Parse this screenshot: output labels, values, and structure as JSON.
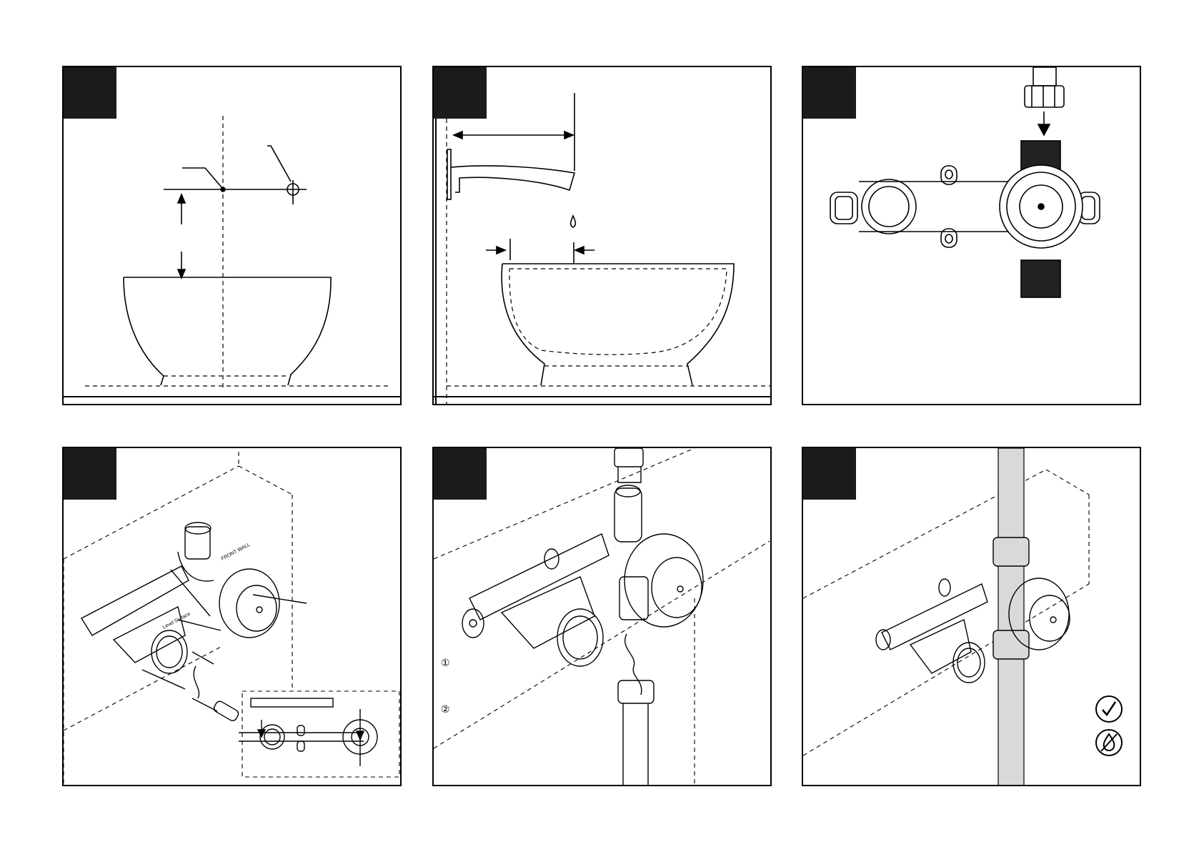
{
  "panels": [
    {
      "id": 1,
      "step": ""
    },
    {
      "id": 2,
      "step": ""
    },
    {
      "id": 3,
      "step": ""
    },
    {
      "id": 4,
      "step": ""
    },
    {
      "id": 5,
      "step": "",
      "markers": [
        "①",
        "②"
      ]
    },
    {
      "id": 6,
      "step": ""
    }
  ],
  "labels": {
    "valve_face": "FRONT WALL",
    "level": "Level Surface"
  },
  "status_icons": [
    "check-icon",
    "no-water-icon"
  ]
}
